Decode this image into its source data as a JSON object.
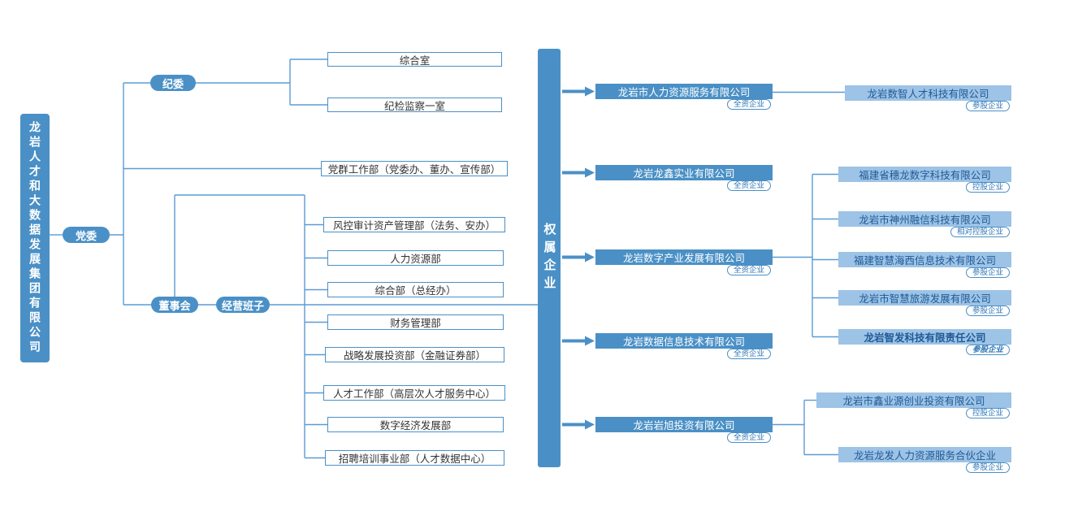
{
  "colors": {
    "primary": "#4a90c6",
    "light": "#9dc3e6",
    "line": "#5b9bd5",
    "badge": "#2e75b6",
    "dark_text": "#1f5a96"
  },
  "root": {
    "label": "龙岩人才和大数据发展集团有限公司"
  },
  "pills": {
    "party": "党委",
    "discipline": "纪委",
    "board": "董事会",
    "management": "经营班子"
  },
  "affiliated_label": "权属企业",
  "offices": [
    "综合室",
    "纪检监察一室"
  ],
  "departments": [
    "党群工作部（党委办、董办、宣传部）",
    "风控审计资产管理部（法务、安办）",
    "人力资源部",
    "综合部（总经办）",
    "财务管理部",
    "战略发展投资部（金融证券部）",
    "人才工作部（高层次人才服务中心）",
    "数字经济发展部",
    "招聘培训事业部（人才数据中心）"
  ],
  "companies": [
    {
      "name": "龙岩市人力资源服务有限公司",
      "badge": "全资企业"
    },
    {
      "name": "龙岩龙鑫实业有限公司",
      "badge": "全资企业"
    },
    {
      "name": "龙岩数字产业发展有限公司",
      "badge": "全资企业"
    },
    {
      "name": "龙岩数据信息技术有限公司",
      "badge": "全资企业"
    },
    {
      "name": "龙岩岩旭投资有限公司",
      "badge": "全资企业"
    }
  ],
  "partners": [
    {
      "name": "龙岩数智人才科技有限公司",
      "badge": "参股企业"
    },
    {
      "name": "福建省穗龙数字科技有限公司",
      "badge": "控股企业"
    },
    {
      "name": "龙岩市神州融信科技有限公司",
      "badge": "相对控股企业"
    },
    {
      "name": "福建智慧海西信息技术有限公司",
      "badge": "参股企业"
    },
    {
      "name": "龙岩市智慧旅游发展有限公司",
      "badge": "参股企业"
    },
    {
      "name": "龙岩智发科技有限责任公司",
      "badge": "参股企业"
    },
    {
      "name": "龙岩市鑫业源创业投资有限公司",
      "badge": "控股企业"
    },
    {
      "name": "龙岩龙发人力资源服务合伙企业",
      "badge": "参股企业"
    }
  ]
}
